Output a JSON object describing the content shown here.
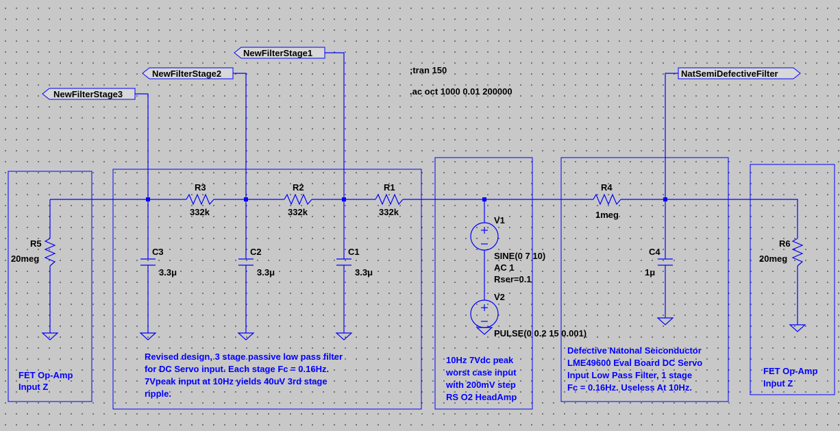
{
  "net_labels": {
    "stage1": "NewFilterStage1",
    "stage2": "NewFilterStage2",
    "stage3": "NewFilterStage3",
    "natsemi": "NatSemiDefectiveFilter"
  },
  "directives": {
    "tran": ";tran 150",
    "ac": ".ac oct 1000 0.01 200000"
  },
  "components": {
    "R3": {
      "name": "R3",
      "value": "332k"
    },
    "R2": {
      "name": "R2",
      "value": "332k"
    },
    "R1": {
      "name": "R1",
      "value": "332k"
    },
    "R4": {
      "name": "R4",
      "value": "1meg"
    },
    "R5": {
      "name": "R5",
      "value": "20meg"
    },
    "R6": {
      "name": "R6",
      "value": "20meg"
    },
    "C3": {
      "name": "C3",
      "value": "3.3μ"
    },
    "C2": {
      "name": "C2",
      "value": "3.3μ"
    },
    "C1": {
      "name": "C1",
      "value": "3.3μ"
    },
    "C4": {
      "name": "C4",
      "value": "1μ"
    },
    "V1": {
      "name": "V1",
      "lines": [
        "SINE(0 7 10)",
        "AC 1",
        "Rser=0.1"
      ]
    },
    "V2": {
      "name": "V2",
      "value": "PULSE(0 0.2 15 0.001)"
    }
  },
  "notes": {
    "left_box": [
      "FET Op-Amp",
      "Input Z"
    ],
    "filter_box": [
      "Revised design, 3 stage passive low pass filter",
      "for DC Servo input.  Each stage Fc = 0.16Hz.",
      "7Vpeak input at 10Hz yields 40uV 3rd stage",
      "ripple."
    ],
    "source_box": [
      "10Hz 7Vdc peak",
      "worst case input",
      "with 200mV step",
      "RS O2 HeadAmp"
    ],
    "natsemi_box": [
      "Defective Natonal Seiconductor",
      "LME49600 Eval Board DC Servo",
      "Input Low Pass Filter, 1 stage",
      "Fc = 0.16Hz.  Useless At 10Hz."
    ],
    "right_box": [
      "FET Op-Amp",
      "Input Z"
    ]
  },
  "colors": {
    "wire": "#0000ff",
    "background": "#c8c8c8",
    "grid_dot": "#555555",
    "text": "#000000",
    "note_text": "#0000ff"
  }
}
